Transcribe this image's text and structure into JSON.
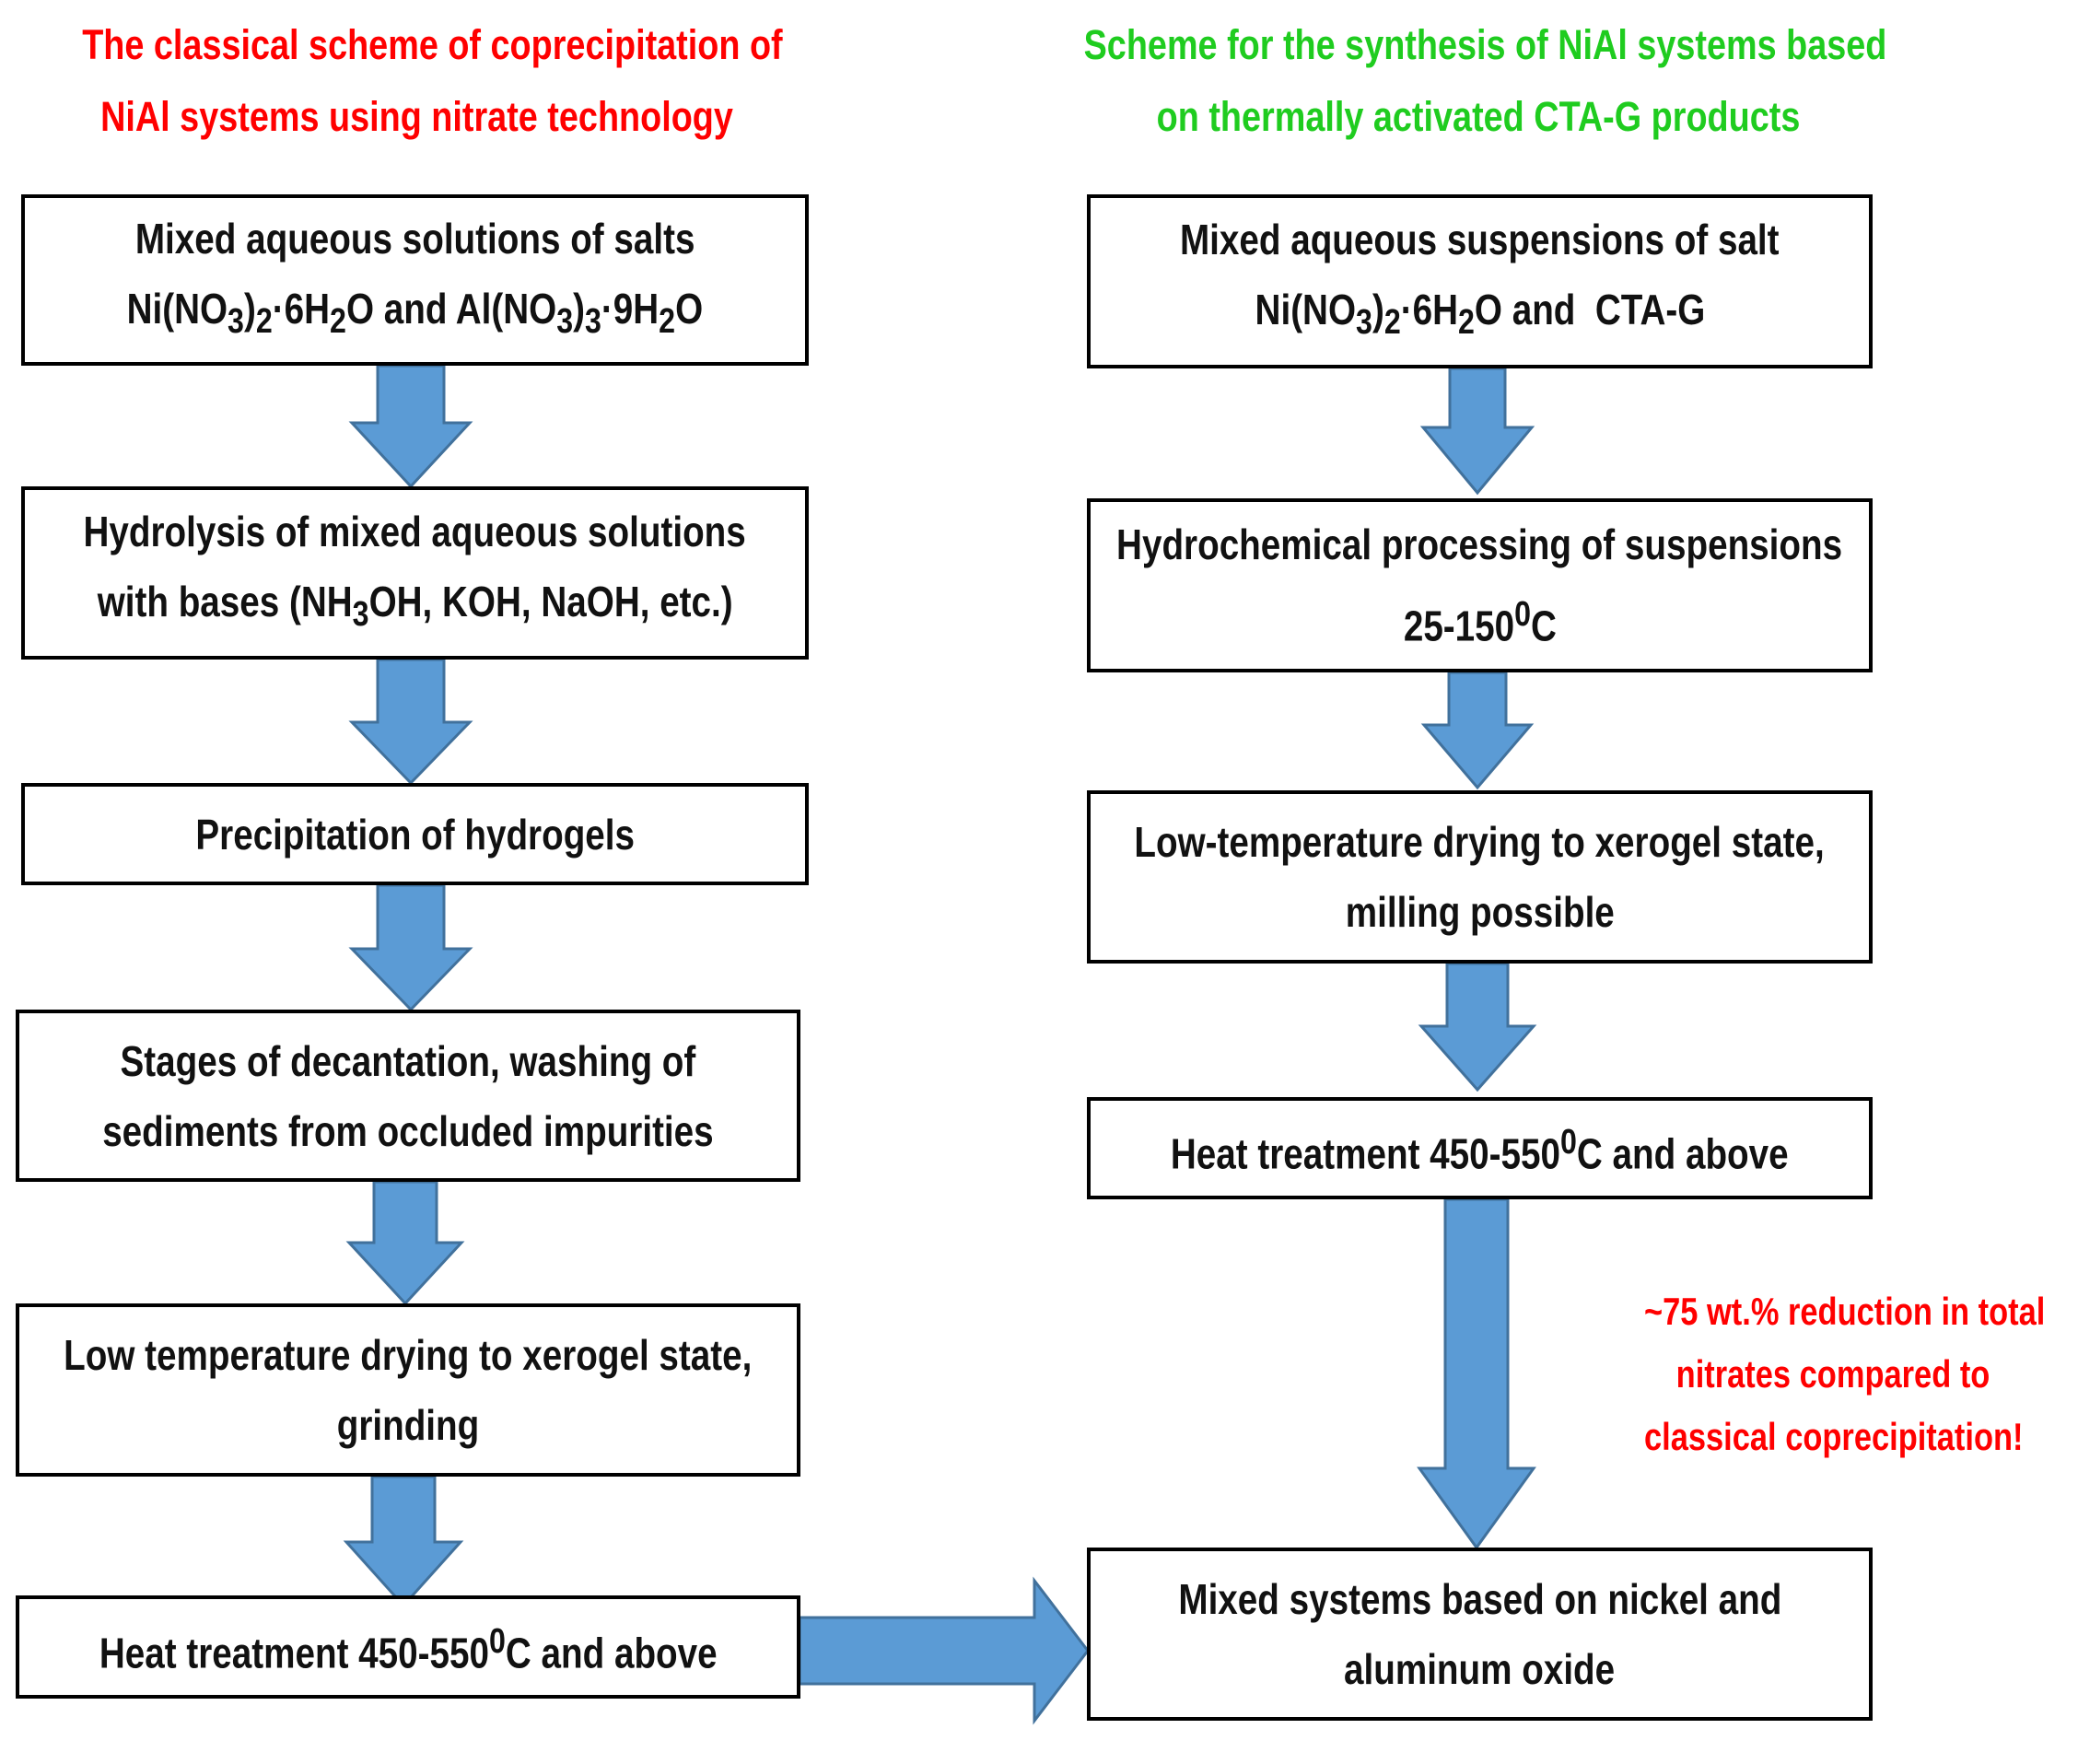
{
  "colors": {
    "left_title": "#ff0000",
    "right_title": "#1fcc1f",
    "note": "#ff0000",
    "arrow_fill": "#5b9bd5",
    "arrow_stroke": "#41719c",
    "box_border": "#000000"
  },
  "left": {
    "title_line1": "The classical scheme of coprecipitation of",
    "title_line2": "NiAl systems using nitrate technology",
    "step1": {
      "line1": "Mixed aqueous solutions of salts",
      "l2_a": "Ni(NO",
      "l2_s1": "3",
      "l2_b": ")",
      "l2_s2": "2",
      "l2_c": "·6H",
      "l2_s3": "2",
      "l2_d": "O and Al(NO",
      "l2_s4": "3",
      "l2_e": ")",
      "l2_s5": "3",
      "l2_f": "·9H",
      "l2_s6": "2",
      "l2_g": "O"
    },
    "step2": {
      "line1": "Hydrolysis of mixed aqueous solutions",
      "l2_a": "with bases (NH",
      "l2_s1": "3",
      "l2_b": "OH, KOH, NaOH, etc.)"
    },
    "step3": {
      "line1": "Precipitation of hydrogels"
    },
    "step4": {
      "line1": "Stages of decantation, washing of",
      "line2": "sediments from occluded impurities"
    },
    "step5": {
      "line1": "Low temperature drying to xerogel state,",
      "line2": "grinding"
    },
    "step6": {
      "l1_a": "Heat treatment 450-550",
      "l1_sup": "0",
      "l1_b": "C and above"
    }
  },
  "right": {
    "title_line1": "Scheme for the synthesis of NiAl systems based",
    "title_line2": "on thermally activated CTA-G products",
    "step1": {
      "line1": "Mixed aqueous suspensions of salt",
      "l2_a": "Ni(NO",
      "l2_s1": "3",
      "l2_b": ")",
      "l2_s2": "2",
      "l2_c": "·6H",
      "l2_s3": "2",
      "l2_d": "O and  CTA-G"
    },
    "step2": {
      "line1": "Hydrochemical processing of suspensions",
      "l2_a": "25-150",
      "l2_sup": "0",
      "l2_b": "C"
    },
    "step3": {
      "line1": "Low-temperature drying to xerogel state,",
      "line2": "milling possible"
    },
    "step4": {
      "l1_a": "Heat treatment 450-550",
      "l1_sup": "0",
      "l1_b": "C and above"
    },
    "final": {
      "line1": "Mixed systems based on nickel and",
      "line2": "aluminum oxide"
    }
  },
  "note": {
    "line1": "~75 wt.% reduction in total",
    "line2": "nitrates compared to",
    "line3": "classical coprecipitation!"
  }
}
